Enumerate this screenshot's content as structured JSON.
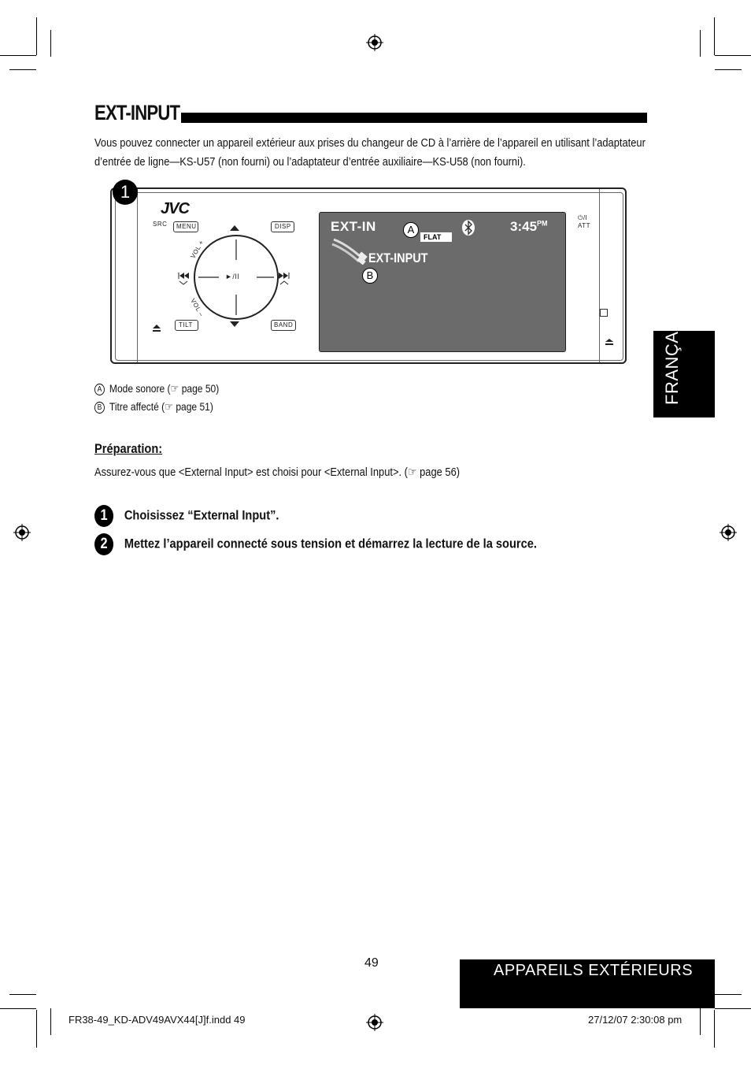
{
  "title": "EXT-INPUT",
  "intro": "Vous pouvez connecter un appareil extérieur aux prises du changeur de CD à l’arrière de l’appareil en utilisant l’adaptateur d’entrée de ligne—KS-U57 (non fourni) ou l’adaptateur d’entrée auxiliaire—KS-U58 (non fourni).",
  "figure": {
    "step_badge": "1",
    "brand": "JVC",
    "buttons": {
      "src": "SRC",
      "menu": "MENU",
      "disp": "DISP",
      "tilt": "TILT",
      "band": "BAND",
      "vol_plus": "VOL +",
      "vol_minus": "VOL –",
      "play_pause": "►/II",
      "power_att": "⏻/I ATT"
    },
    "screen": {
      "source": "EXT-IN",
      "callout_a": "A",
      "sound_mode": "FLAT",
      "time": "3:45",
      "time_suffix": "PM",
      "track_title": "EXT-INPUT",
      "callout_b": "B"
    }
  },
  "legend": [
    {
      "letter": "A",
      "text": "Mode sonore (☞ page 50)"
    },
    {
      "letter": "B",
      "text": "Titre affecté (☞ page 51)"
    }
  ],
  "preparation": {
    "title": "Préparation:",
    "text": "Assurez-vous que <External Input> est choisi pour <External Input>. (☞ page 56)"
  },
  "steps": [
    {
      "num": "1",
      "text": "Choisissez “External Input”."
    },
    {
      "num": "2",
      "text": "Mettez l’appareil connecté sous tension et démarrez la lecture de la source."
    }
  ],
  "side_tab": "FRANÇAIS",
  "section_tab": "APPAREILS EXTÉRIEURS",
  "page_number": "49",
  "footer_left": "FR38-49_KD-ADV49AVX44[J]f.indd   49",
  "footer_right": "27/12/07   2:30:08 pm"
}
